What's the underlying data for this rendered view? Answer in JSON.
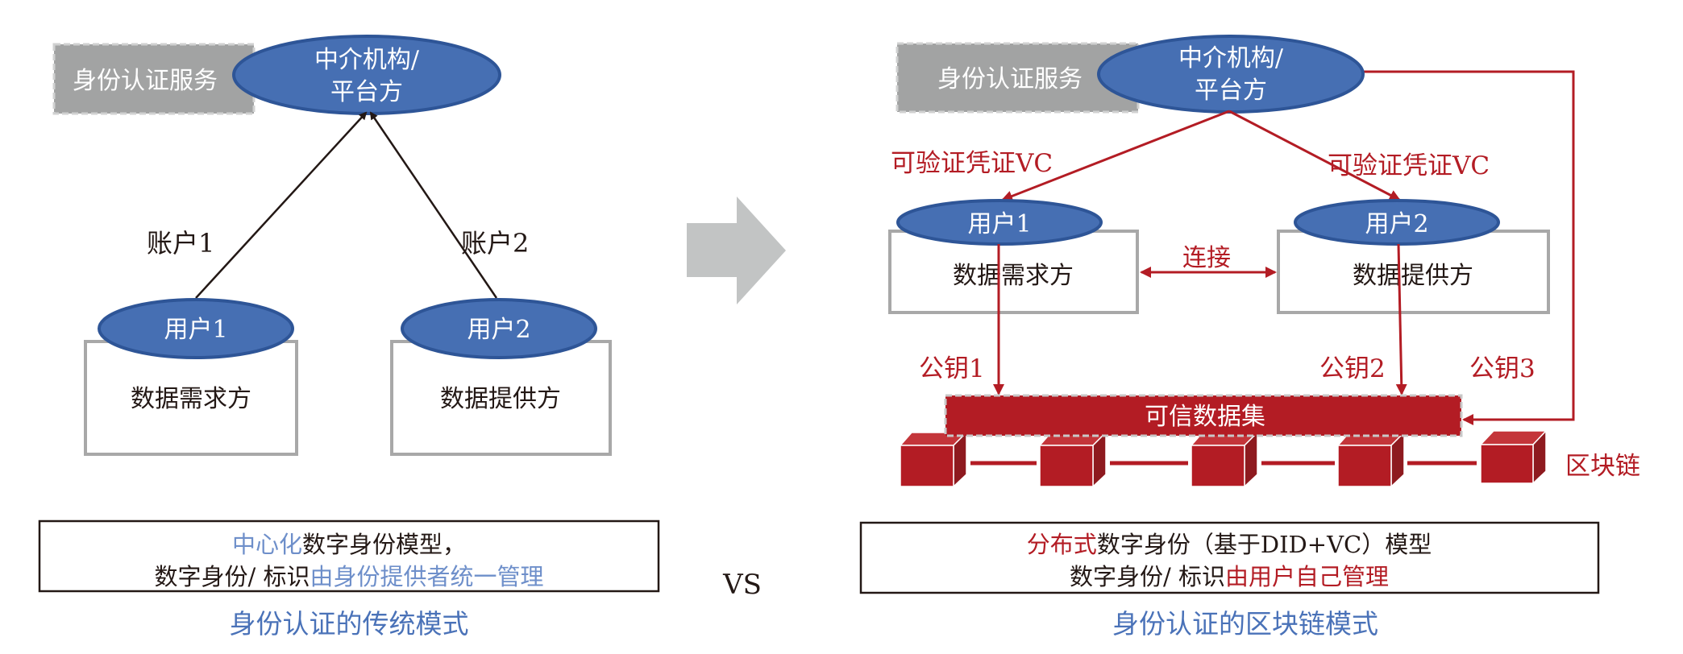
{
  "colors": {
    "node_blue": "#466fb3",
    "node_blue_border": "#2e5597",
    "service_gray": "#a2a3a3",
    "dashed_border": "#d0d1d1",
    "box_border": "#a8a8a8",
    "red": "#b31c24",
    "red_dark": "#8e1a1f",
    "red_top": "#c4353a",
    "arrow_gray": "#c2c4c4",
    "caption_blue": "#4a72b8",
    "highlight_blue": "#6e8fca",
    "text_black": "#231815"
  },
  "left": {
    "service_label": "身份认证服务",
    "platform_label_line1": "中介机构/",
    "platform_label_line2": "平台方",
    "account1": "账户1",
    "account2": "账户2",
    "user1": "用户1",
    "user2": "用户2",
    "demander": "数据需求方",
    "provider": "数据提供方",
    "summary": {
      "line1_highlight": "中心化",
      "line1_rest": "数字身份模型，",
      "line2_plain": "数字身份/ 标识",
      "line2_highlight": "由身份提供者统一管理"
    },
    "caption": "身份认证的传统模式"
  },
  "middle": {
    "arrow_icon": "right-arrow",
    "vs_label": "VS"
  },
  "right": {
    "service_label": "身份认证服务",
    "platform_label_line1": "中介机构/",
    "platform_label_line2": "平台方",
    "vc_label_left": "可验证凭证VC",
    "vc_label_right": "可验证凭证VC",
    "user1": "用户1",
    "user2": "用户2",
    "demander": "数据需求方",
    "provider": "数据提供方",
    "connect_label": "连接",
    "pubkey1": "公钥1",
    "pubkey2": "公钥2",
    "pubkey3": "公钥3",
    "trusted_dataset": "可信数据集",
    "blockchain_label": "区块链",
    "block_count": 5,
    "summary": {
      "line1_highlight": "分布式",
      "line1_rest": "数字身份（基于DID+VC）模型",
      "line2_plain": "数字身份/ 标识",
      "line2_highlight": "由用户自己管理"
    },
    "caption": "身份认证的区块链模式"
  }
}
